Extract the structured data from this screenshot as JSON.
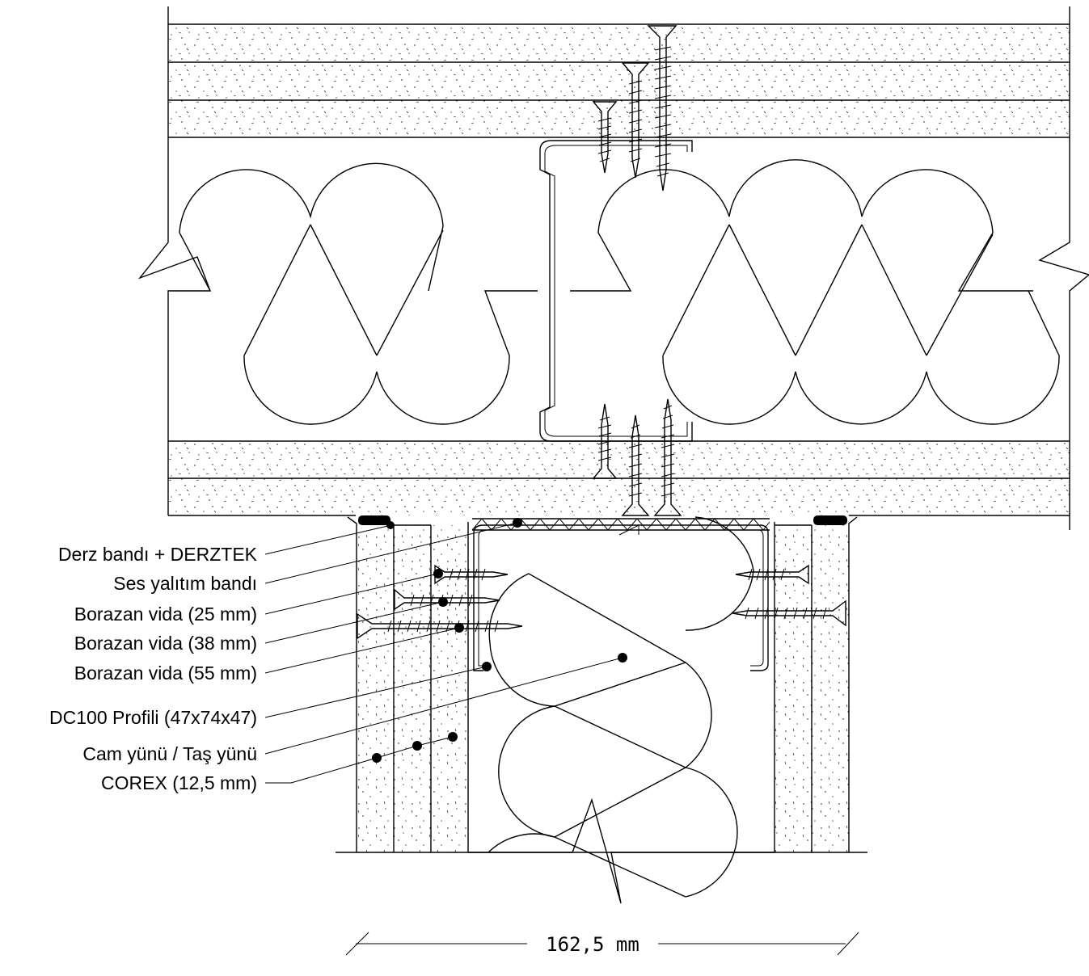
{
  "labels": [
    {
      "id": "derz",
      "text": "Derz bandı + DERZTEK"
    },
    {
      "id": "ses",
      "text": "Ses yalıtım bandı"
    },
    {
      "id": "vida25",
      "text": "Borazan vida (25 mm)"
    },
    {
      "id": "vida38",
      "text": "Borazan vida (38 mm)"
    },
    {
      "id": "vida55",
      "text": "Borazan vida (55 mm)"
    },
    {
      "id": "profil",
      "text": "DC100 Profili (47x74x47)"
    },
    {
      "id": "camyunu",
      "text": "Cam yünü / Taş yünü"
    },
    {
      "id": "corex",
      "text": "COREX (12,5 mm)"
    }
  ],
  "dimension": {
    "text": "162,5 mm"
  }
}
